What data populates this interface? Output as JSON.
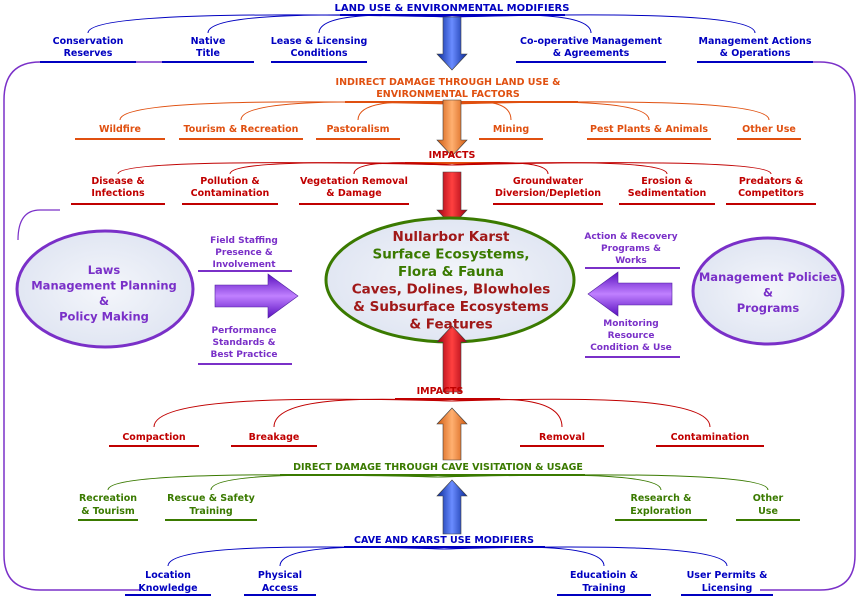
{
  "colors": {
    "blue": "#0000c0",
    "orange": "#e05010",
    "red": "#c00000",
    "green": "#3a7a00",
    "purple": "#7a30c8",
    "darkred": "#a01818",
    "ellipse_fill": "#e8ecf6"
  },
  "top": {
    "title": "LAND USE & ENVIRONMENTAL MODIFIERS",
    "items": [
      [
        "Conservation",
        "Reserves"
      ],
      [
        "Native",
        "Title"
      ],
      [
        "Lease & Licensing",
        "Conditions"
      ],
      [
        "Co-operative Management",
        "& Agreements"
      ],
      [
        "Management Actions",
        "& Operations"
      ]
    ]
  },
  "indirect": {
    "title": [
      "INDIRECT DAMAGE THROUGH LAND USE &",
      "ENVIRONMENTAL FACTORS"
    ],
    "items": [
      "Wildfire",
      "Tourism & Recreation",
      "Pastoralism",
      "Mining",
      "Pest Plants & Animals",
      "Other Use"
    ]
  },
  "impacts_top": {
    "title": "IMPACTS",
    "items": [
      [
        "Disease &",
        "Infections"
      ],
      [
        "Pollution &",
        "Contamination"
      ],
      [
        "Vegetation Removal",
        "& Damage"
      ],
      [
        "Groundwater",
        "Diversion/Depletion"
      ],
      [
        "Erosion &",
        "Sedimentation"
      ],
      [
        "Predators &",
        "Competitors"
      ]
    ]
  },
  "center": {
    "lines": [
      "Nullarbor Karst",
      "Surface Ecosystems,",
      "Flora & Fauna",
      "Caves, Dolines, Blowholes",
      "& Subsurface Ecosystems",
      "& Features"
    ]
  },
  "left_oval": {
    "lines": [
      "Laws",
      "Management Planning",
      "&",
      "Policy Making"
    ]
  },
  "right_oval": {
    "lines": [
      "Management Policies",
      "&",
      "Programs"
    ]
  },
  "left_labels": {
    "upper": [
      "Field Staffing",
      "Presence &",
      "Involvement"
    ],
    "lower": [
      "Performance",
      "Standards &",
      "Best Practice"
    ]
  },
  "right_labels": {
    "upper": [
      "Action & Recovery",
      "Programs &",
      "Works"
    ],
    "lower": [
      "Monitoring",
      "Resource",
      "Condition & Use"
    ]
  },
  "impacts_bottom": {
    "title": "IMPACTS",
    "items": [
      "Compaction",
      "Breakage",
      "Removal",
      "Contamination"
    ]
  },
  "direct": {
    "title": "DIRECT DAMAGE THROUGH CAVE VISITATION & USAGE",
    "items": [
      [
        "Recreation",
        "& Tourism"
      ],
      [
        "Rescue & Safety",
        "Training"
      ],
      [
        "Research &",
        "Exploration"
      ],
      [
        "Other",
        "Use"
      ]
    ]
  },
  "bottom": {
    "title": "CAVE AND KARST USE MODIFIERS",
    "items": [
      [
        "Location",
        "Knowledge"
      ],
      [
        "Physical",
        "Access"
      ],
      [
        "Educatioin &",
        "Training"
      ],
      [
        "User Permits &",
        "Licensing"
      ]
    ]
  }
}
